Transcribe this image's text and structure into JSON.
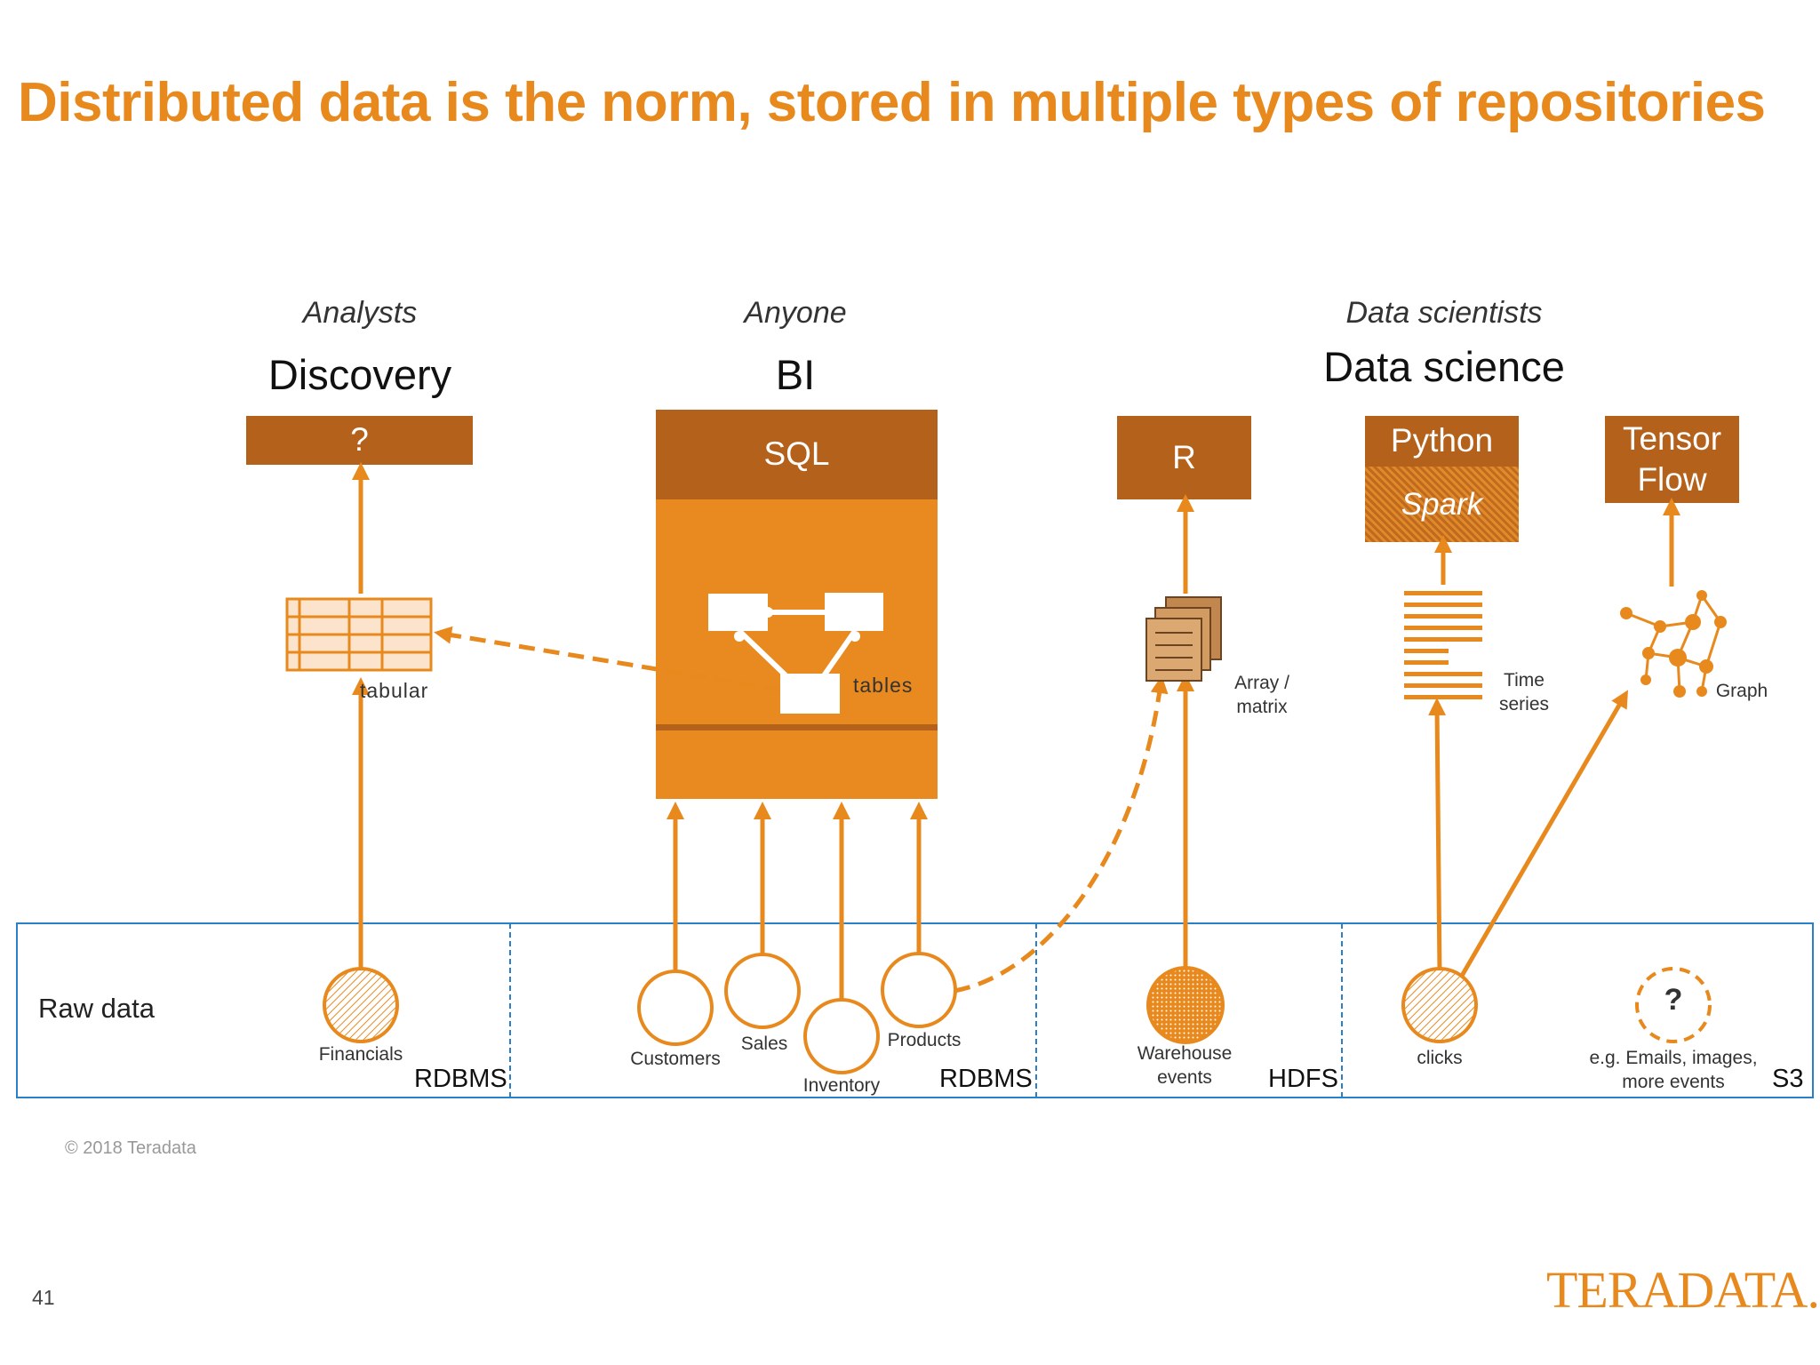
{
  "title": "Distributed data is the norm, stored in multiple types of repositories",
  "columns": {
    "discovery": {
      "role": "Analysts",
      "category": "Discovery",
      "tool": "?",
      "shape_label": "tabular"
    },
    "bi": {
      "role": "Anyone",
      "category": "BI",
      "tool": "SQL",
      "shape_label": "tables"
    },
    "science": {
      "role": "Data scientists",
      "category": "Data science"
    }
  },
  "tools": {
    "r": "R",
    "python": "Python",
    "spark": "Spark",
    "tensor_flow": "Tensor Flow"
  },
  "shapes": {
    "array": "Array / matrix",
    "time_series": "Time series",
    "graph": "Graph"
  },
  "raw_data": {
    "label": "Raw data",
    "sources": {
      "financials": "Financials",
      "customers": "Customers",
      "sales": "Sales",
      "inventory": "Inventory",
      "products": "Products",
      "warehouse_events": "Warehouse events",
      "clicks": "clicks",
      "other": "e.g. Emails, images, more events",
      "other_symbol": "?"
    },
    "repositories": [
      "RDBMS",
      "RDBMS",
      "HDFS",
      "S3"
    ]
  },
  "footer": {
    "copyright": "© 2018 Teradata",
    "page_number": "41",
    "logo": "TERADATA."
  },
  "colors": {
    "orange": "#e8891e",
    "dark_orange": "#b4611b",
    "blue": "#2a7fc9"
  }
}
